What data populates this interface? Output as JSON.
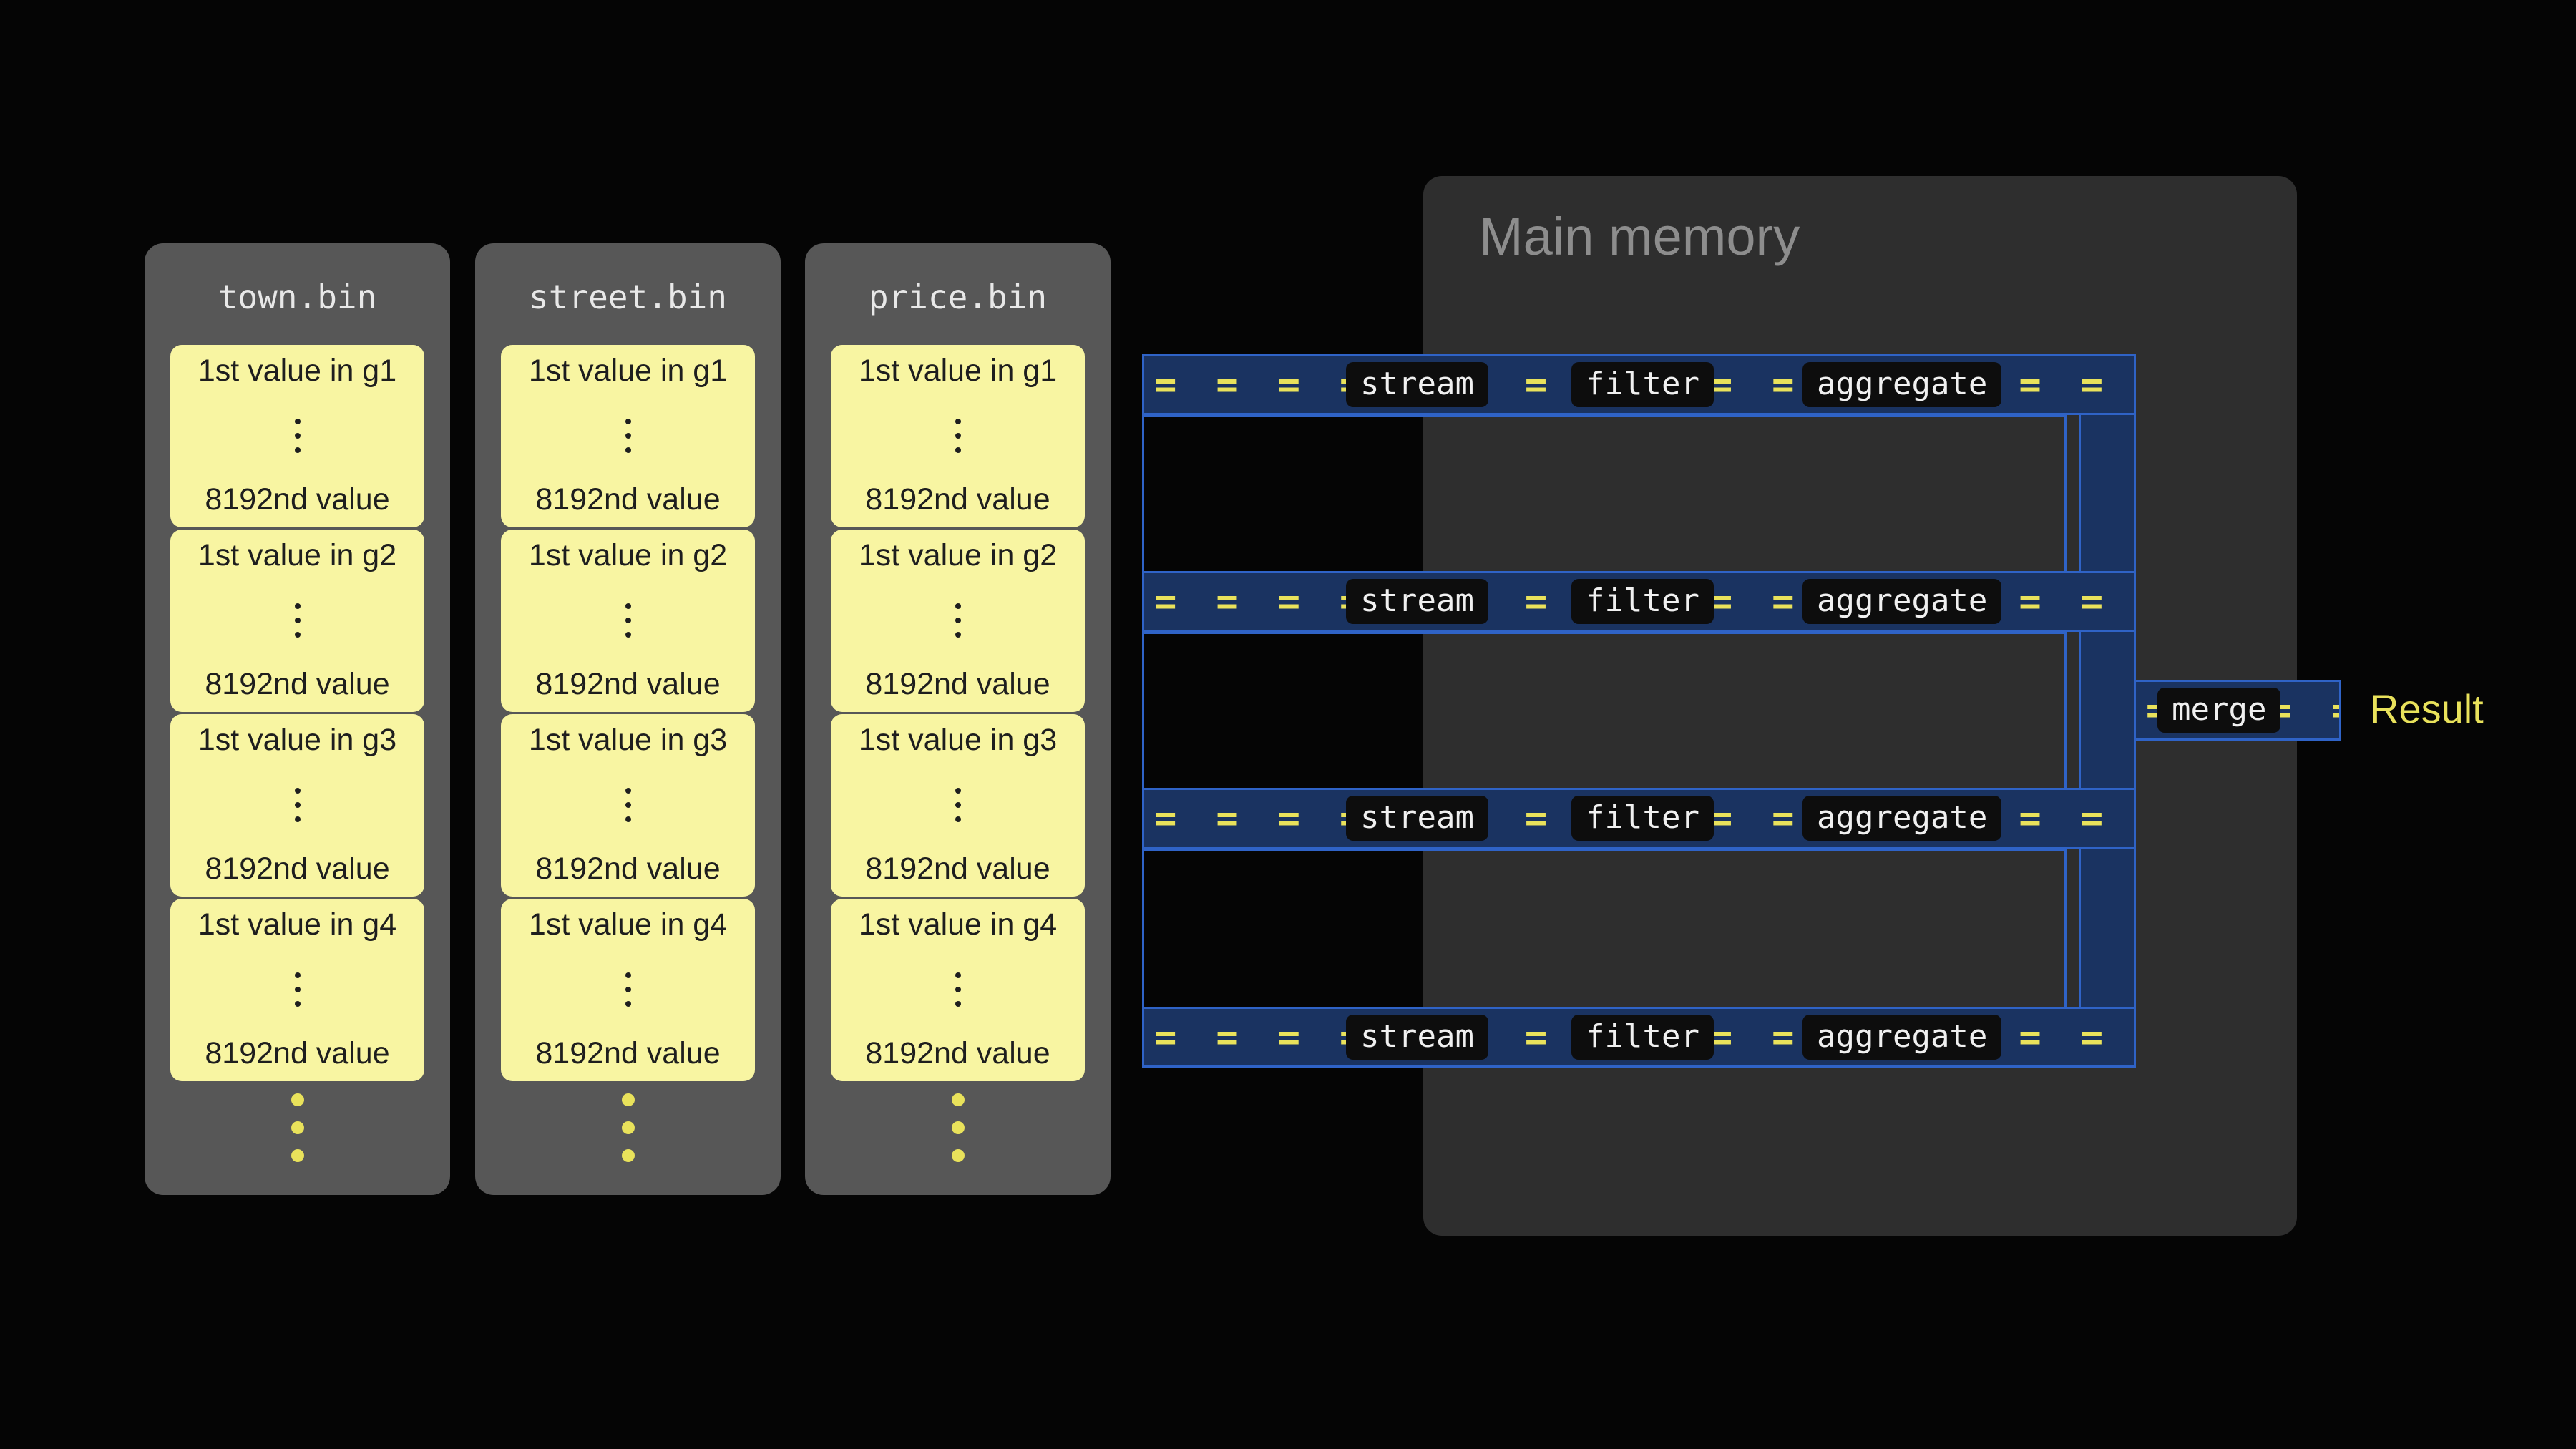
{
  "files": [
    {
      "title": "town.bin",
      "groups": [
        {
          "first": "1st value in g1",
          "last": "8192nd value"
        },
        {
          "first": "1st value in g2",
          "last": "8192nd value"
        },
        {
          "first": "1st value in g3",
          "last": "8192nd value"
        },
        {
          "first": "1st value in g4",
          "last": "8192nd value"
        }
      ]
    },
    {
      "title": "street.bin",
      "groups": [
        {
          "first": "1st value in g1",
          "last": "8192nd value"
        },
        {
          "first": "1st value in g2",
          "last": "8192nd value"
        },
        {
          "first": "1st value in g3",
          "last": "8192nd value"
        },
        {
          "first": "1st value in g4",
          "last": "8192nd value"
        }
      ]
    },
    {
      "title": "price.bin",
      "groups": [
        {
          "first": "1st value in g1",
          "last": "8192nd value"
        },
        {
          "first": "1st value in g2",
          "last": "8192nd value"
        },
        {
          "first": "1st value in g3",
          "last": "8192nd value"
        },
        {
          "first": "1st value in g4",
          "last": "8192nd value"
        }
      ]
    }
  ],
  "memory": {
    "title": "Main memory"
  },
  "pipelines": [
    {
      "ops": [
        "stream",
        "filter",
        "aggregate"
      ]
    },
    {
      "ops": [
        "stream",
        "filter",
        "aggregate"
      ]
    },
    {
      "ops": [
        "stream",
        "filter",
        "aggregate"
      ]
    },
    {
      "ops": [
        "stream",
        "filter",
        "aggregate"
      ]
    }
  ],
  "merge": {
    "label": "merge"
  },
  "result": {
    "label": "Result"
  },
  "flow": {
    "glyph": "="
  },
  "colors": {
    "accent_yellow": "#e9e25b",
    "accent_blue": "#2f63c7",
    "lane_fill": "#1a3361",
    "memory_gray": "#2e2e2e",
    "chip_bg": "#0d0d0d",
    "card_gray": "#575757",
    "group_yellow": "#f8f5a2"
  }
}
